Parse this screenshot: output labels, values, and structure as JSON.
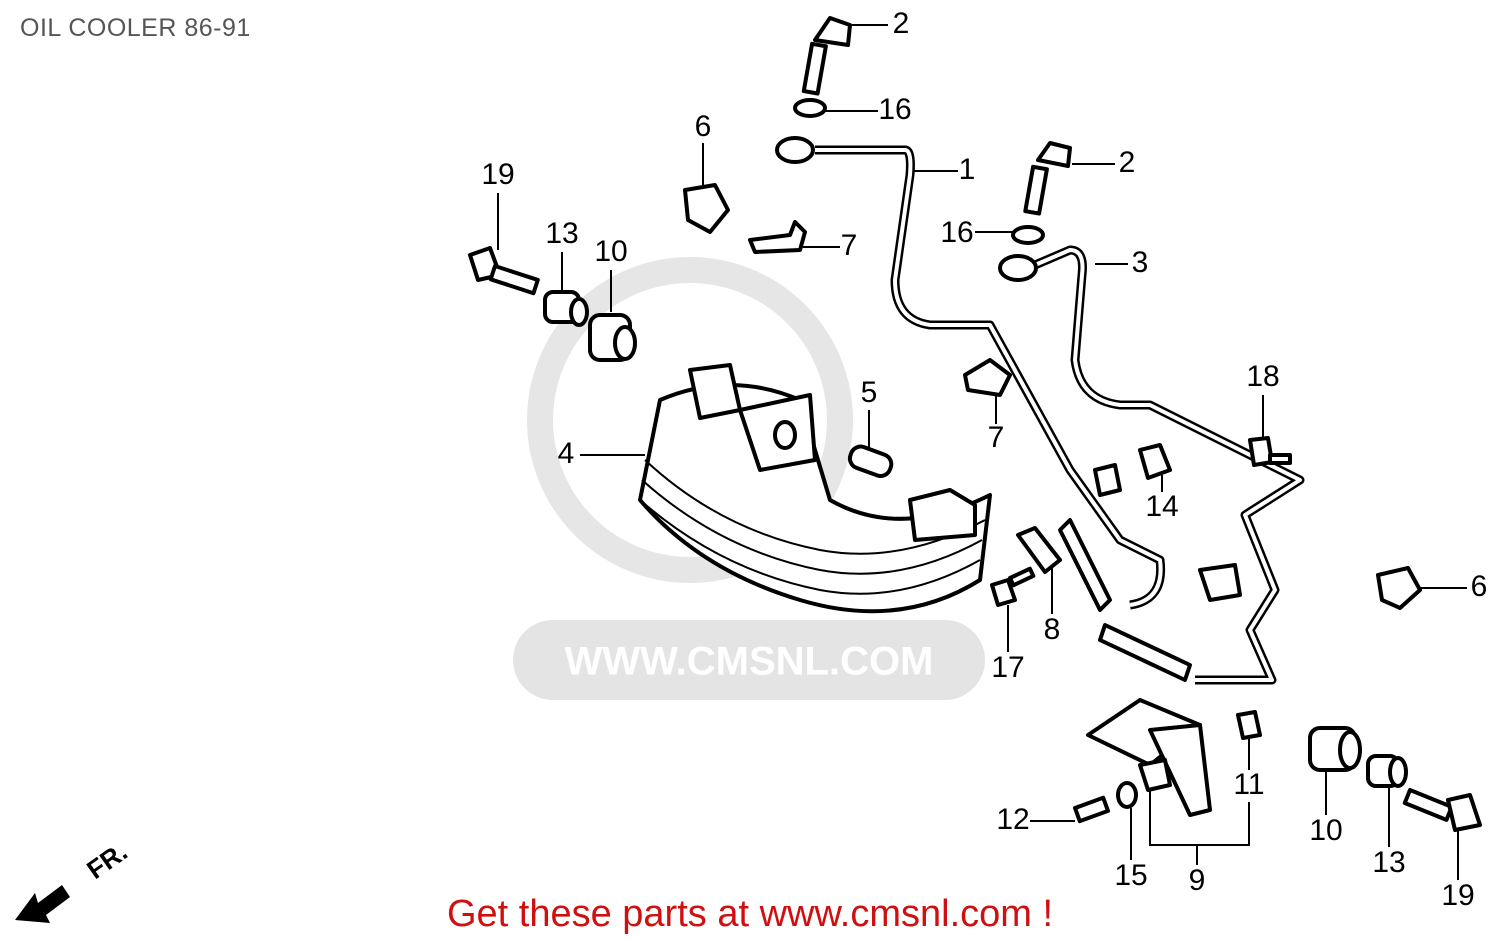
{
  "title": "OIL COOLER 86-91",
  "footer": "Get these parts at www.cmsnl.com !",
  "watermark": "WWW.CMSNL.COM",
  "front_marker": "FR.",
  "callouts": {
    "c2a": "2",
    "c16a": "16",
    "c6a": "6",
    "c1": "1",
    "c2b": "2",
    "c19a": "19",
    "c16b": "16",
    "c13a": "13",
    "c10a": "10",
    "c7a": "7",
    "c3": "3",
    "c18": "18",
    "c5": "5",
    "c7b": "7",
    "c4": "4",
    "c14": "14",
    "c6b": "6",
    "c8": "8",
    "c17": "17",
    "c11": "11",
    "c10b": "10",
    "c12": "12",
    "c13b": "13",
    "c15": "15",
    "c9": "9",
    "c19b": "19"
  },
  "colors": {
    "footer": "#d01010",
    "title": "#555555",
    "watermark": "#e4e4e4"
  }
}
